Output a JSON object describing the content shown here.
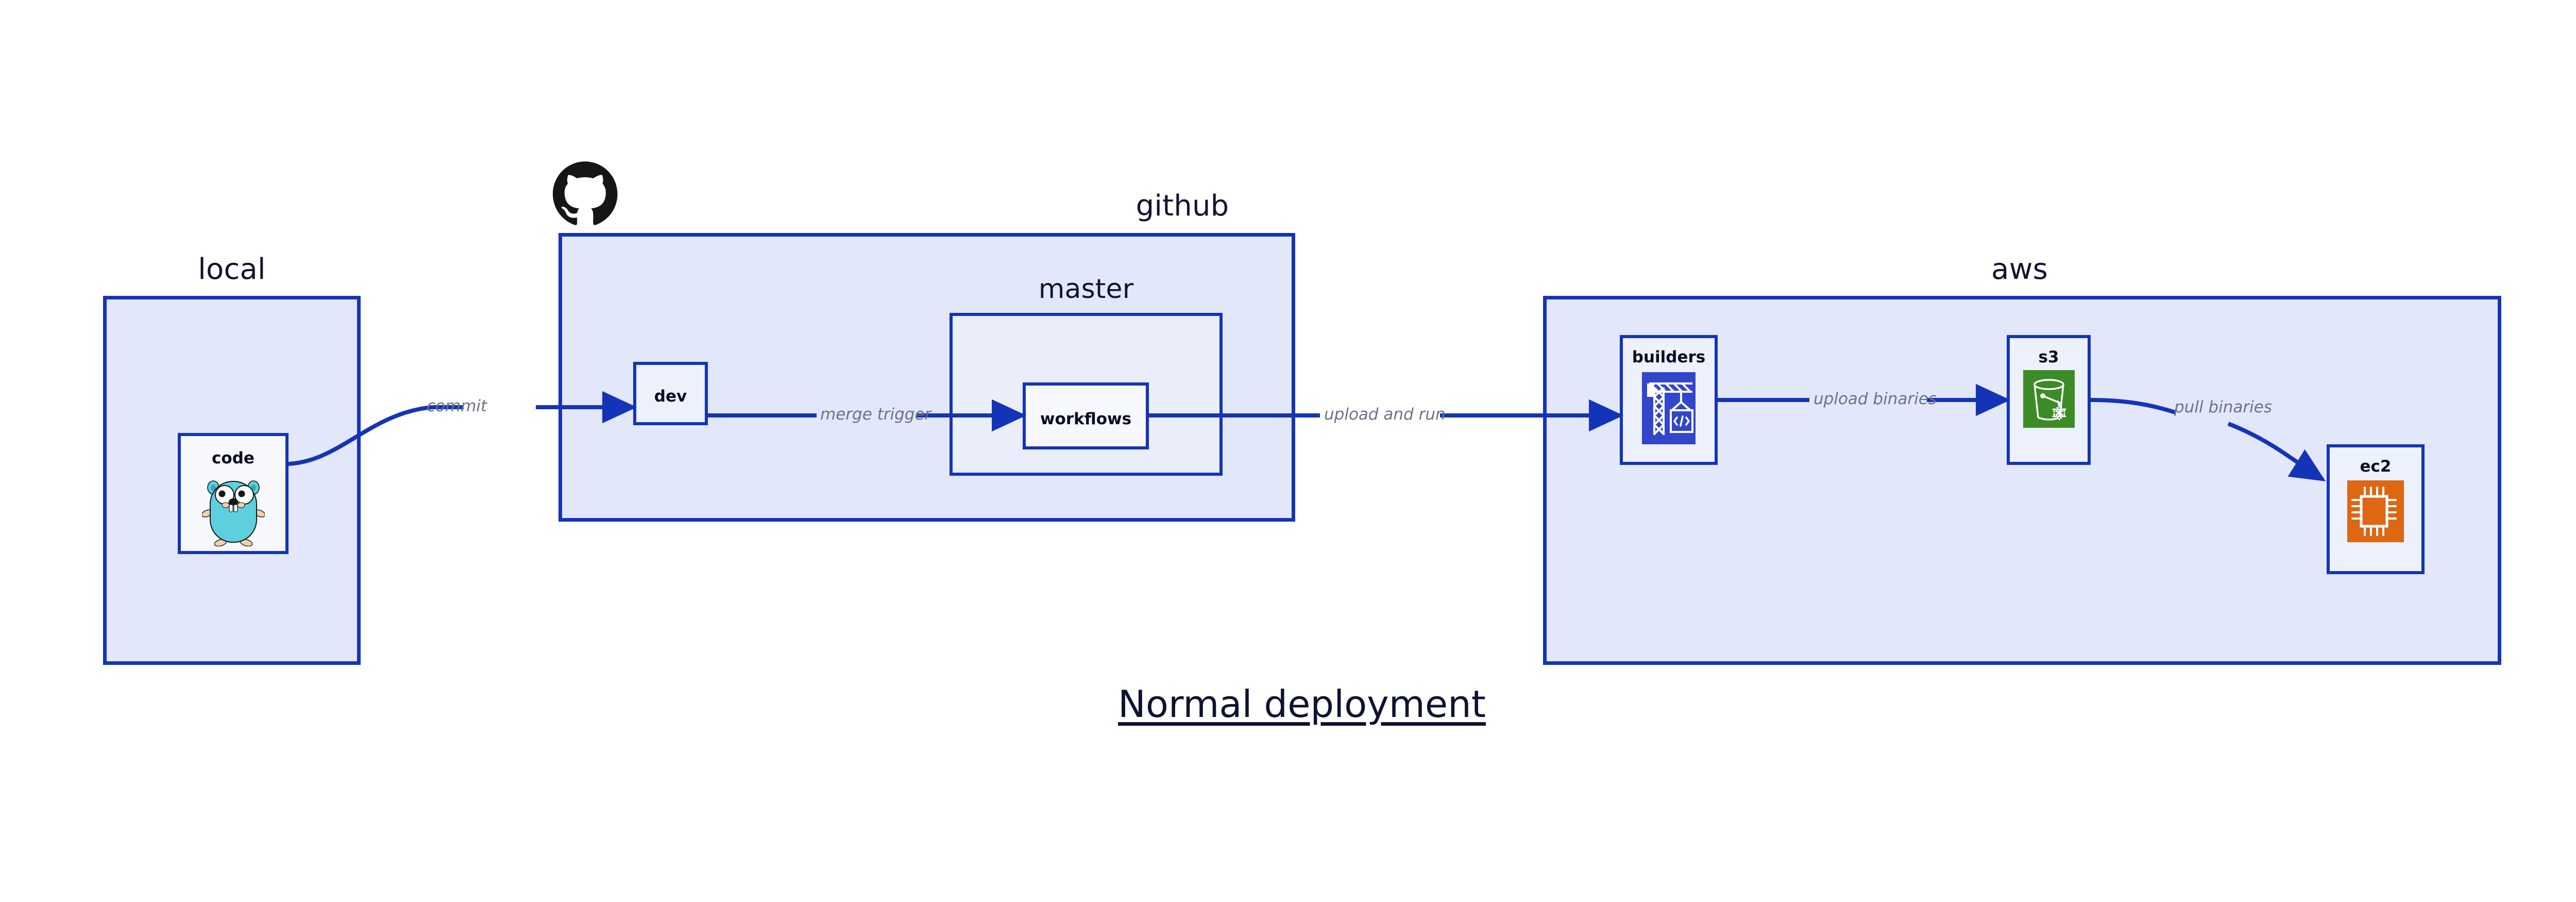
{
  "title": "Normal deployment",
  "colors": {
    "group_fill": "#e2e7f9",
    "subgroup_fill": "#eaeefb",
    "node_fill": "#edf1fc",
    "border_blue": "#1434b8",
    "edge_blue": "#1434b8",
    "edge_label_gray": "#6b7385",
    "text_navy": "#0a0c23",
    "s3_green": "#3b8b26",
    "ec2_orange": "#dd6713",
    "builders_blue": "#3246cc",
    "gopher_cyan": "#5ed0dd",
    "github_black": "#161614"
  },
  "groups": [
    {
      "id": "local",
      "label": "local"
    },
    {
      "id": "github",
      "label": "github"
    },
    {
      "id": "master",
      "label": "master"
    },
    {
      "id": "aws",
      "label": "aws"
    }
  ],
  "nodes": [
    {
      "id": "code",
      "label": "code",
      "icon": "go-gopher-icon"
    },
    {
      "id": "dev",
      "label": "dev",
      "icon": null
    },
    {
      "id": "workflows",
      "label": "workflows",
      "icon": null
    },
    {
      "id": "builders",
      "label": "builders",
      "icon": "crane-code-icon"
    },
    {
      "id": "s3",
      "label": "s3",
      "icon": "s3-bucket-icon"
    },
    {
      "id": "ec2",
      "label": "ec2",
      "icon": "cpu-chip-icon"
    }
  ],
  "edges": [
    {
      "id": "commit",
      "from": "code",
      "to": "dev",
      "label": "commit"
    },
    {
      "id": "merge-trigger",
      "from": "dev",
      "to": "workflows",
      "label": "merge trigger"
    },
    {
      "id": "upload-and-run",
      "from": "workflows",
      "to": "builders",
      "label": "upload and run"
    },
    {
      "id": "upload-binaries",
      "from": "builders",
      "to": "s3",
      "label": "upload binaries"
    },
    {
      "id": "pull-binaries",
      "from": "s3",
      "to": "ec2",
      "label": "pull binaries"
    }
  ],
  "icons": {
    "github_mark": "github-octocat-icon"
  }
}
